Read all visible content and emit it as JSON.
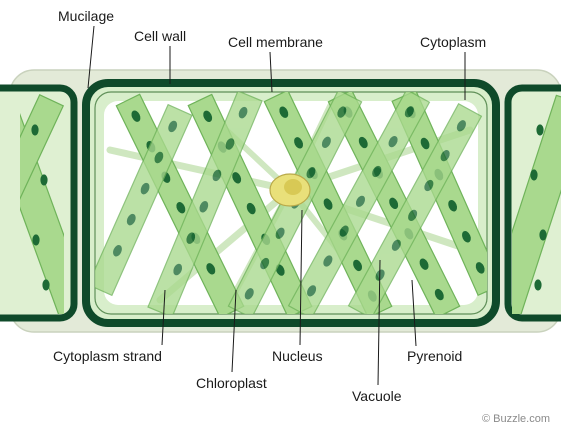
{
  "labels": {
    "mucilage": "Mucilage",
    "cell_wall": "Cell wall",
    "cell_membrane": "Cell membrane",
    "cytoplasm": "Cytoplasm",
    "cytoplasm_strand": "Cytoplasm strand",
    "chloroplast": "Chloroplast",
    "nucleus": "Nucleus",
    "vacuole": "Vacuole",
    "pyrenoid": "Pyrenoid"
  },
  "credit": "© Buzzle.com",
  "colors": {
    "mucilage": "#e3ead8",
    "cell_wall": "#0f4a2a",
    "cytoplasm": "#d8eecb",
    "vacuole": "#ffffff",
    "chloroplast_band": "#a9d98e",
    "chloroplast_edge": "#6fb35a",
    "pyrenoid": "#1d6a35",
    "nucleus": "#e9e07a"
  }
}
